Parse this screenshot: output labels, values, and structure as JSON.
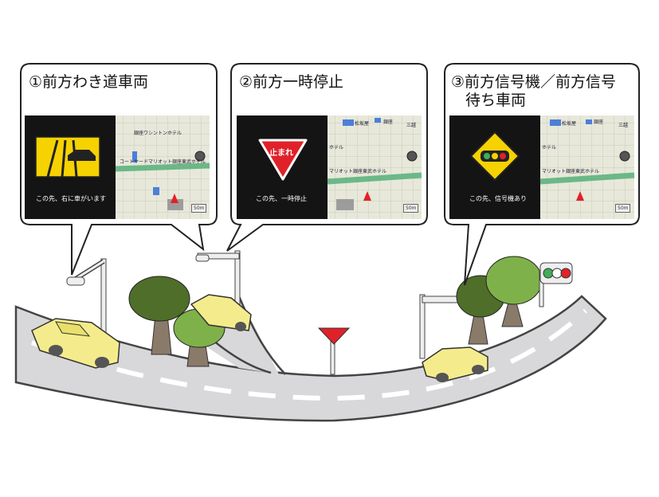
{
  "callouts": [
    {
      "id": "side-road",
      "title_lines": [
        "①前方わき道車両"
      ],
      "caption": "この先、右に車がいます",
      "map_labels": [
        "銀座ワシントンホテル",
        "コートヤードマリオット銀座東武ホテル"
      ],
      "scale": "50m"
    },
    {
      "id": "stop",
      "title_lines": [
        "②前方一時停止"
      ],
      "caption": "この先、一時停止",
      "sign_text": "止まれ",
      "map_labels": [
        "松坂屋",
        "銀座",
        "三越",
        "ホテル",
        "マリオット銀座東武ホテル"
      ],
      "scale": "50m"
    },
    {
      "id": "signal",
      "title_lines": [
        "③前方信号機／前方信号",
        "待ち車両"
      ],
      "caption": "この先、信号機あり",
      "map_labels": [
        "松坂屋",
        "銀座",
        "三越",
        "ホテル",
        "マリオット銀座東武ホテル"
      ],
      "scale": "50m"
    }
  ],
  "colors": {
    "road": "#d8d8da",
    "road_edge": "#444444",
    "lane_dash": "#ffffff",
    "car": "#f4ec8c",
    "tree_dark": "#4f6e2a",
    "tree_light": "#7fb14a",
    "trunk": "#8a7a6a",
    "nav_bg": "#141414",
    "map_bg": "#e8eadc",
    "map_green": "#57b07a",
    "sign_yellow": "#f6d200",
    "stop_red": "#e0212a"
  }
}
